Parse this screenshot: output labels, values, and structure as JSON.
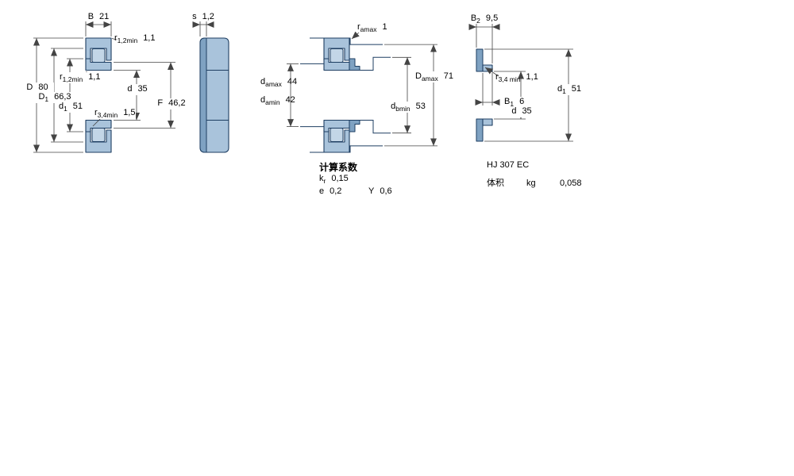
{
  "colors": {
    "section_fill": "#a9c3db",
    "section_fill_light": "#c3d6e7",
    "section_fill_dark": "#7fa2c2",
    "outline": "#1e3e62",
    "dimension_lines": "#444444",
    "text": "#000000",
    "background": "#ffffff"
  },
  "views": {
    "main": {
      "dims": {
        "B": {
          "sym": "B",
          "sub": "",
          "val": "21"
        },
        "r12_outer": {
          "sym": "r",
          "sub": "1,2min",
          "val": "1,1"
        },
        "D": {
          "sym": "D",
          "sub": "",
          "val": "80"
        },
        "D1": {
          "sym": "D",
          "sub": "1",
          "val": "66,3"
        },
        "d1": {
          "sym": "d",
          "sub": "1",
          "val": "51"
        },
        "r12_inner": {
          "sym": "r",
          "sub": "1,2min",
          "val": "1,1"
        },
        "d": {
          "sym": "d",
          "sub": "",
          "val": "35"
        },
        "F": {
          "sym": "F",
          "sub": "",
          "val": "46,2"
        },
        "r34": {
          "sym": "r",
          "sub": "3,4min",
          "val": "1,5"
        }
      }
    },
    "side": {
      "dims": {
        "s": {
          "sym": "s",
          "sub": "",
          "val": "1,2"
        }
      }
    },
    "mounting": {
      "dims": {
        "ra": {
          "sym": "r",
          "sub": "amax",
          "val": "1"
        },
        "damax": {
          "sym": "d",
          "sub": "amax",
          "val": "44"
        },
        "damin": {
          "sym": "d",
          "sub": "amin",
          "val": "42"
        },
        "Damax": {
          "sym": "D",
          "sub": "amax",
          "val": "71"
        },
        "dbmin": {
          "sym": "d",
          "sub": "bmin",
          "val": "53"
        }
      }
    },
    "ring": {
      "dims": {
        "B2": {
          "sym": "B",
          "sub": "2",
          "val": "9,5"
        },
        "r34": {
          "sym": "r",
          "sub": "3,4 min",
          "val": "1,1"
        },
        "d1": {
          "sym": "d",
          "sub": "1",
          "val": "51"
        },
        "B1": {
          "sym": "B",
          "sub": "1",
          "val": "6"
        },
        "d": {
          "sym": "d",
          "sub": "",
          "val": "35"
        }
      }
    }
  },
  "calc": {
    "heading": "计算系数",
    "kr": {
      "sym": "k",
      "sub": "r",
      "val": "0,15"
    },
    "e": {
      "sym": "e",
      "sub": "",
      "val": "0,2"
    },
    "Y": {
      "sym": "Y",
      "sub": "",
      "val": "0,6"
    }
  },
  "ring_info": {
    "designation": "HJ 307 EC",
    "mass_label": "体积",
    "mass_unit": "kg",
    "mass_value": "0,058"
  }
}
